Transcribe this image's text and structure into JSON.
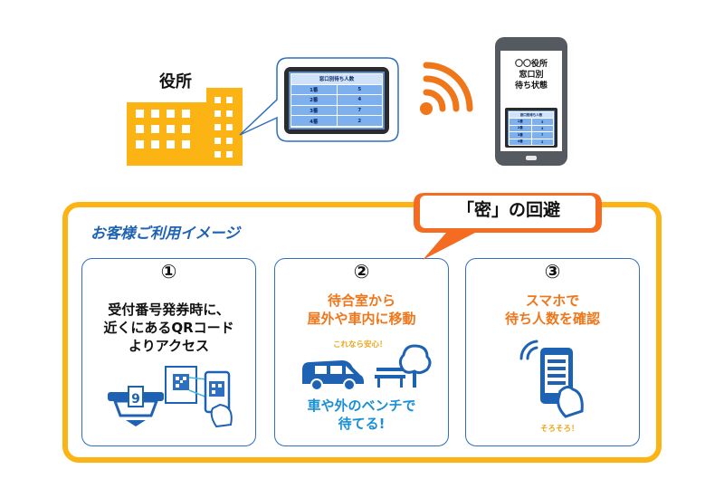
{
  "office": {
    "label": "役所"
  },
  "board": {
    "header": "窓口別待ち人数",
    "rows": [
      {
        "window": "1番",
        "count": "5"
      },
      {
        "window": "2番",
        "count": "4"
      },
      {
        "window": "3番",
        "count": "7"
      },
      {
        "window": "4番",
        "count": "2"
      }
    ]
  },
  "phone": {
    "title_lines": [
      "〇〇役所",
      "窓口別",
      "待ち状態"
    ]
  },
  "frame": {
    "title": "お客様ご利用イメージ"
  },
  "callout": {
    "text": "「密」の回避"
  },
  "cards": [
    {
      "number": "①",
      "lines": [
        "受付番号発券時に、",
        "近くにあるQRコード",
        "よりアクセス"
      ]
    },
    {
      "number": "②",
      "lines": [
        "待合室から",
        "屋外や車内に移動"
      ],
      "note": "これなら安心！",
      "sub_lines": [
        "車や外のベンチで",
        "待てる!"
      ]
    },
    {
      "number": "③",
      "lines": [
        "スマホで",
        "待ち人数を確認"
      ],
      "note": "そろそろ！"
    }
  ],
  "colors": {
    "frame": "#fcb415",
    "accent_orange": "#f0761a",
    "blue": "#2d6fc0",
    "light_blue": "#1a8fd6",
    "building": "#fcb415"
  },
  "icons": [
    "building-icon",
    "wifi-icon",
    "smartphone-icon",
    "ticket-machine-icon",
    "qr-code-icon",
    "car-icon",
    "bench-icon",
    "tree-icon",
    "phone-hand-icon"
  ]
}
